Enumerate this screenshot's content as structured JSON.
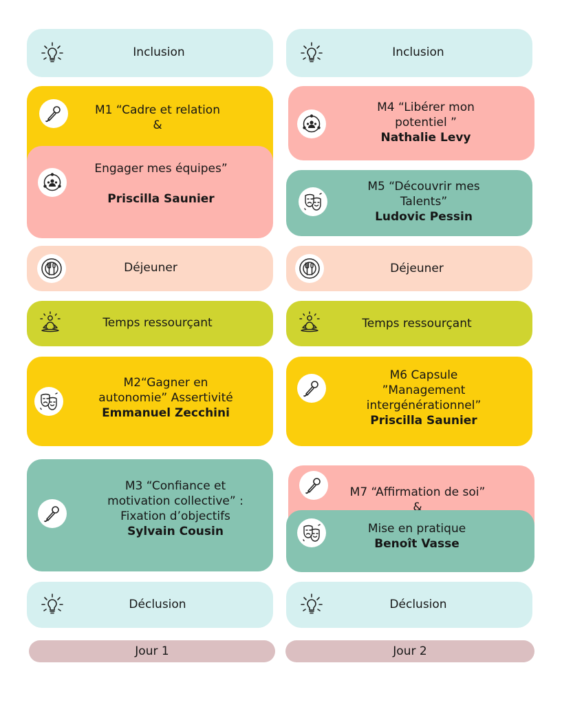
{
  "colors": {
    "inclusion": "#d5f0f0",
    "yellow": "#fbce0c",
    "pink": "#fdb4ae",
    "teal": "#86c3b1",
    "peach": "#fdd8c6",
    "lime": "#cfd430",
    "day": "#dbbfc1"
  },
  "day1": {
    "inclusion": "Inclusion",
    "m1": {
      "line1": "M1 “Cadre et relation",
      "line2": "&"
    },
    "m1b": {
      "line1": "Engager mes équipes”",
      "name": "Priscilla Saunier"
    },
    "lunch": "Déjeuner",
    "rest": "Temps ressourçant",
    "m2": {
      "line1": "M2“Gagner en",
      "line2": "autonomie”  Assertivité",
      "name": "Emmanuel Zecchini"
    },
    "m3": {
      "line1": "M3 “Confiance et",
      "line2": "motivation collective” :",
      "line3": "Fixation d’objectifs",
      "name": "Sylvain Cousin"
    },
    "declusion": "Déclusion",
    "label": "Jour 1"
  },
  "day2": {
    "inclusion": "Inclusion",
    "m4": {
      "line1": "M4 “Libérer mon",
      "line2": "potentiel ”",
      "name": "Nathalie Levy"
    },
    "m5": {
      "line1": "M5 “Découvrir mes",
      "line2": "Talents”",
      "name": "Ludovic Pessin"
    },
    "lunch": "Déjeuner",
    "rest": "Temps ressourçant",
    "m6": {
      "line1": "M6 Capsule",
      "line2": "”Management",
      "line3": "intergénérationnel”",
      "name": "Priscilla Saunier"
    },
    "m7": {
      "line1": "M7 “Affirmation de soi”",
      "line2": "&"
    },
    "m7b": {
      "line1": "Mise en pratique",
      "name": "Benoît Vasse"
    },
    "declusion": "Déclusion",
    "label": "Jour 2"
  }
}
